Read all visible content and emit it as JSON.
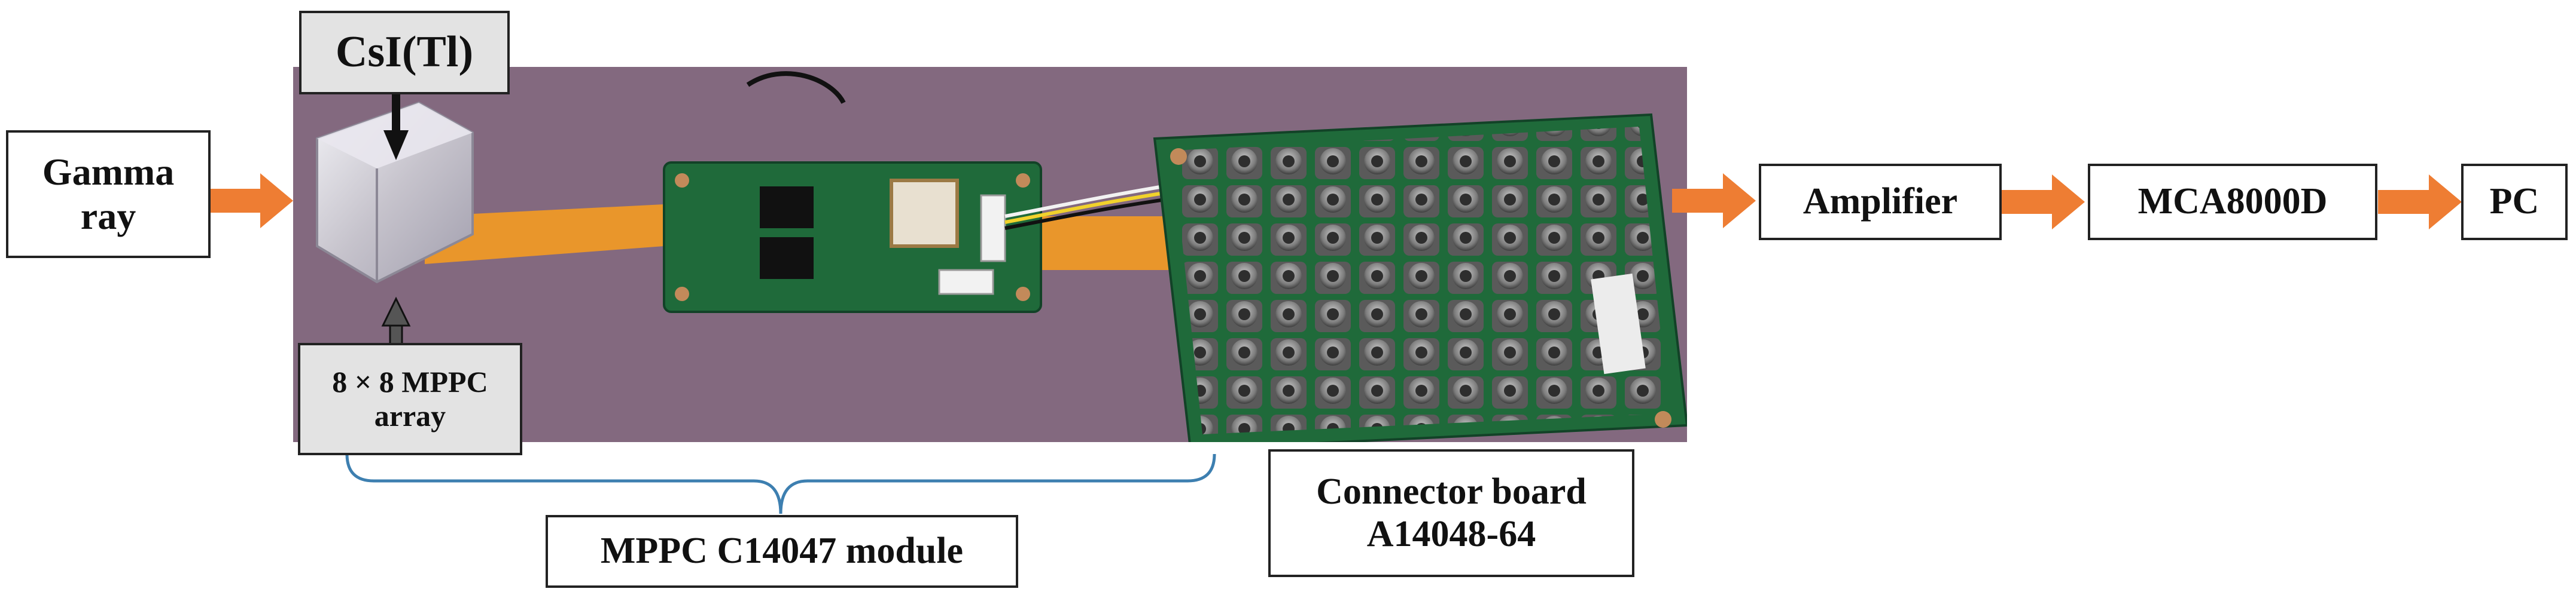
{
  "labels": {
    "gamma": "Gamma ray",
    "csi": "CsI(Tl)",
    "mppc_array": "8 × 8 MPPC array",
    "module": "MPPC C14047 module",
    "connector": "Connector board A14048-64",
    "amplifier": "Amplifier",
    "mca": "MCA8000D",
    "pc": "PC"
  },
  "colors": {
    "arrow": "#ee7d33",
    "box_border": "#222222",
    "grey_box": "#e3e3e3",
    "brace": "#3d7fb0",
    "photo_bg": "#8a6f85",
    "pcb_green": "#1f6a3a",
    "flex_cable": "#e9962b"
  }
}
